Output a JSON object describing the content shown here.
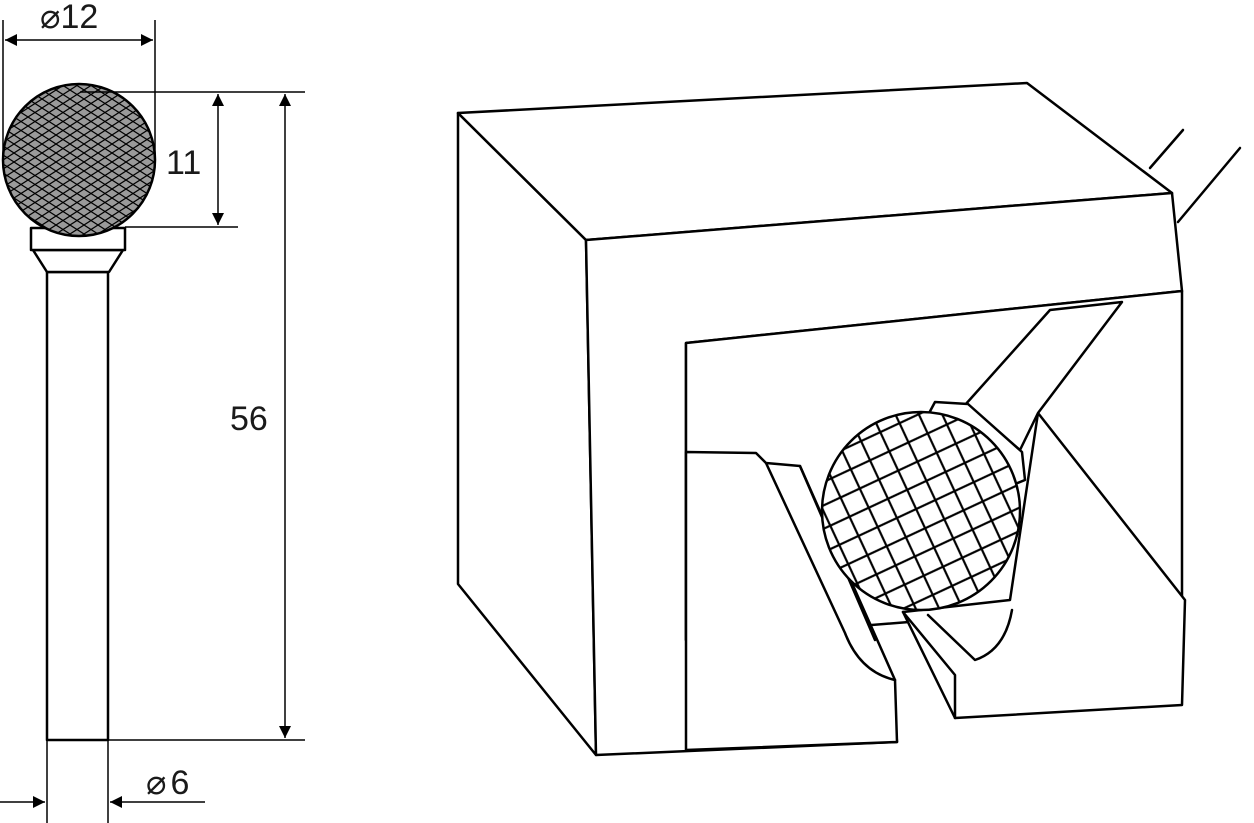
{
  "dimensions": {
    "head_diameter": "12",
    "head_length": "11",
    "total_length": "56",
    "shank_diameter": "6"
  },
  "symbols": {
    "diameter": "⌀"
  },
  "colors": {
    "ink": "#000000",
    "burr_head": "#9a9a9a",
    "background": "#ffffff"
  }
}
